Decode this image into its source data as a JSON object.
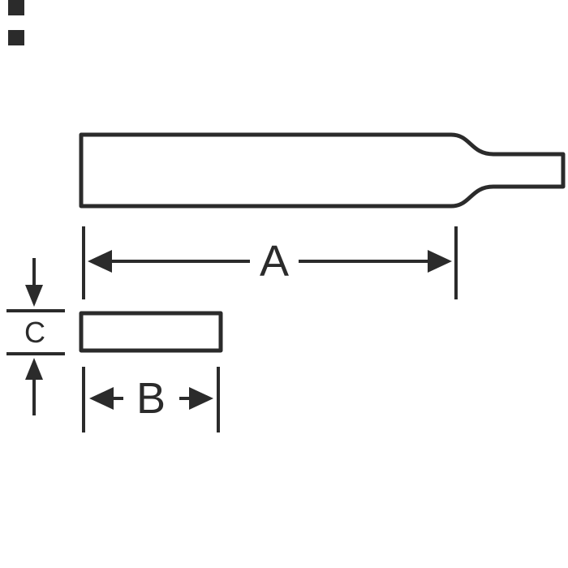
{
  "diagram": {
    "title": "file-tool-dimension-drawing",
    "labels": {
      "a": "A",
      "b": "B",
      "c": "C"
    },
    "colors": {
      "stroke": "#2b2b2b",
      "background": "#ffffff"
    },
    "shapes": [
      "file-profile-with-tang",
      "cross-section-rectangle",
      "length-dimension-arrow-a",
      "width-dimension-arrow-b",
      "thickness-dimension-arrow-c",
      "registration-marks-top-left"
    ]
  }
}
